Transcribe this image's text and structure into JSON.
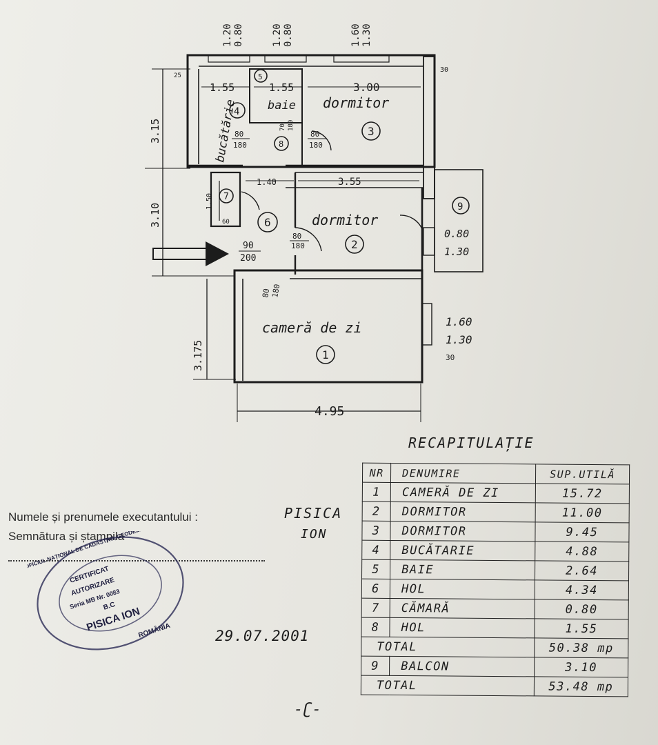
{
  "plan": {
    "windows": [
      {
        "w": "1.20",
        "h": "0.80"
      },
      {
        "w": "1.20",
        "h": "0.80"
      },
      {
        "w": "1.60",
        "h": "1.30"
      },
      {
        "w": "0.80",
        "h": "1.30"
      },
      {
        "w": "1.60",
        "h": "1.30"
      }
    ],
    "wall_left": "25",
    "wall_right": "30",
    "wall_right2": "30",
    "heights": [
      "3.15",
      "3.10",
      "3.175"
    ],
    "widths": [
      "1.55",
      "1.55",
      "3.00",
      "1.40",
      "3.55",
      "4.95",
      "1.50",
      "60"
    ],
    "room_names": {
      "bucatarie": "bucătărie",
      "baie": "baie",
      "dormitor3": "dormitor",
      "dormitor2": "dormitor",
      "camera": "cameră de zi"
    },
    "room_numbers": [
      "1",
      "2",
      "3",
      "4",
      "5",
      "6",
      "7",
      "8",
      "9"
    ],
    "doors": [
      {
        "top": "80",
        "bottom": "180"
      },
      {
        "top": "70",
        "bottom": "180"
      },
      {
        "top": "80",
        "bottom": "180"
      },
      {
        "top": "80",
        "bottom": "180"
      },
      {
        "top": "90",
        "bottom": "200"
      },
      {
        "top": "80",
        "bottom": "180"
      }
    ]
  },
  "recap": {
    "title": "RECAPITULAȚIE",
    "headers": {
      "nr": "NR",
      "name": "DENUMIRE",
      "area": "SUP.UTILĂ"
    },
    "rows": [
      {
        "nr": "1",
        "name": "CAMERĂ DE ZI",
        "area": "15.72"
      },
      {
        "nr": "2",
        "name": "DORMITOR",
        "area": "11.00"
      },
      {
        "nr": "3",
        "name": "DORMITOR",
        "area": "9.45"
      },
      {
        "nr": "4",
        "name": "BUCĂTARIE",
        "area": "4.88"
      },
      {
        "nr": "5",
        "name": "BAIE",
        "area": "2.64"
      },
      {
        "nr": "6",
        "name": "HOL",
        "area": "4.34"
      },
      {
        "nr": "7",
        "name": "CĂMARĂ",
        "area": "0.80"
      },
      {
        "nr": "8",
        "name": "HOL",
        "area": "1.55"
      }
    ],
    "total1": {
      "label": "TOTAL",
      "value": "50.38 mp"
    },
    "balcony": {
      "nr": "9",
      "name": "BALCON",
      "area": "3.10"
    },
    "total2": {
      "label": "TOTAL",
      "value": "53.48 mp"
    }
  },
  "footer": {
    "exec_label": "Numele și prenumele executantului :",
    "sign_label": "Semnătura și ștampila",
    "exec_name1": "PISICA",
    "exec_name2": "ION",
    "date": "29.07.2001",
    "page_mark": "-ʗ-"
  },
  "stamp": {
    "outer": "OFICIUL NAȚIONAL DE CADASTRU, GEODEZIE ȘI CARTOGRAFIE",
    "line1": "CERTIFICAT",
    "line2": "AUTORIZARE",
    "line3": "Seria MB Nr. 0083",
    "line4": "B.C",
    "name": "PISICA ION",
    "country": "ROMÂNIA"
  }
}
